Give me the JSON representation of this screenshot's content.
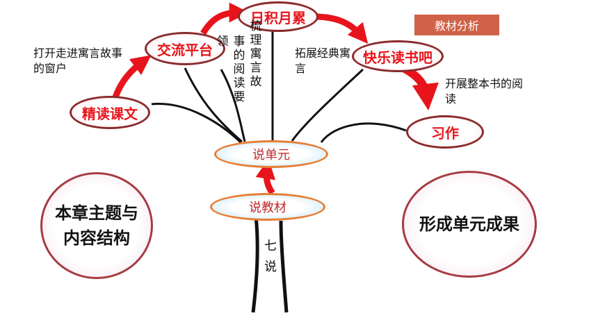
{
  "badge": {
    "label": "教材分析"
  },
  "nodes": {
    "jingdu": "精读课文",
    "jiaoliu": "交流平台",
    "riji": "日积月累",
    "kuaile": "快乐读书吧",
    "xizuo": "习作",
    "shuodanyuan": "说单元",
    "shuojiaocai": "说教材"
  },
  "annotations": {
    "open_window": "打开走进寓言故事的窗户",
    "expand_classics": "拓展经典寓言",
    "whole_book": "开展整本书的阅读"
  },
  "vertical_texts": {
    "col_a": "领",
    "col_b": "事的阅读要",
    "col_c": "梳理寓言故",
    "trunk": "七说"
  },
  "panels": {
    "left": "本章主题与内容结构",
    "right": "形成单元成果"
  },
  "colors": {
    "arrow_red": "#e8141b",
    "badge_bg": "#d06249",
    "node_text_red": "#e8141b",
    "line_black": "#111111"
  }
}
